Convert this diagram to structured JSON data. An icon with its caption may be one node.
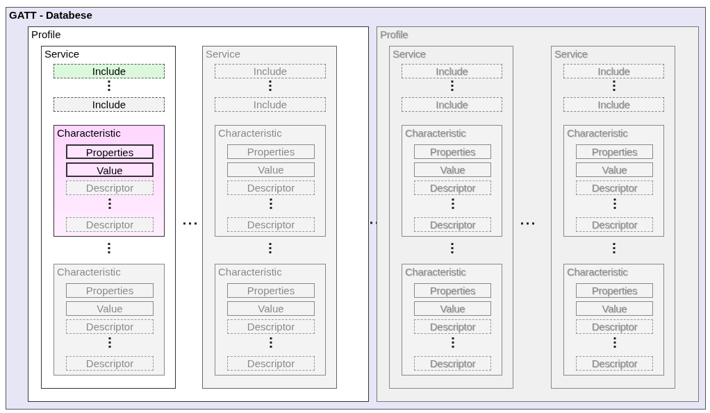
{
  "diagram": {
    "nodes": [
      {
        "text": [
          "GATT - Databese"
        ]
      },
      {
        "text": [
          "Profile"
        ],
        "in": 0
      },
      {
        "text": [
          "Service"
        ],
        "in": 1
      },
      {
        "text": [
          "Include"
        ],
        "in": 2
      },
      {
        "text": [
          "Include"
        ],
        "in": 2
      },
      {
        "text": [
          "Characteristic"
        ],
        "in": 2
      },
      {
        "text": [
          "Properties"
        ],
        "in": 5
      },
      {
        "text": [
          "Value"
        ],
        "in": 5
      },
      {
        "text": [
          "Descriptor"
        ],
        "in": 5
      },
      {
        "text": [
          "Descriptor"
        ],
        "in": 5
      },
      {
        "text": [
          "Characteristic"
        ],
        "in": 2
      },
      {
        "text": [
          "Properties"
        ],
        "in": 10
      },
      {
        "text": [
          "Value"
        ],
        "in": 10
      },
      {
        "text": [
          "Descriptor"
        ],
        "in": 10
      },
      {
        "text": [
          "Descriptor"
        ],
        "in": 10
      },
      {
        "text": [
          "Service"
        ],
        "in": 1
      },
      {
        "text": [
          "Include"
        ],
        "in": 15
      },
      {
        "text": [
          "Include"
        ],
        "in": 15
      },
      {
        "text": [
          "Characteristic"
        ],
        "in": 15
      },
      {
        "text": [
          "Properties"
        ],
        "in": 18
      },
      {
        "text": [
          "Value"
        ],
        "in": 18
      },
      {
        "text": [
          "Descriptor"
        ],
        "in": 18
      },
      {
        "text": [
          "Descriptor"
        ],
        "in": 18
      },
      {
        "text": [
          "Characteristic"
        ],
        "in": 15
      },
      {
        "text": [
          "Properties"
        ],
        "in": 23
      },
      {
        "text": [
          "Value"
        ],
        "in": 23
      },
      {
        "text": [
          "Descriptor"
        ],
        "in": 23
      },
      {
        "text": [
          "Descriptor"
        ],
        "in": 23
      },
      {
        "text": [
          "Profile"
        ],
        "in": 0
      },
      {
        "text": [
          "Service"
        ],
        "in": 28
      },
      {
        "text": [
          "Include"
        ],
        "in": 29
      },
      {
        "text": [
          "Include"
        ],
        "in": 29
      },
      {
        "text": [
          "Characteristic"
        ],
        "in": 29
      },
      {
        "text": [
          "Properties"
        ],
        "in": 32
      },
      {
        "text": [
          "Value"
        ],
        "in": 32
      },
      {
        "text": [
          "Descriptor"
        ],
        "in": 32
      },
      {
        "text": [
          "Descriptor"
        ],
        "in": 32
      },
      {
        "text": [
          "Characteristic"
        ],
        "in": 29
      },
      {
        "text": [
          "Properties"
        ],
        "in": 37
      },
      {
        "text": [
          "Value"
        ],
        "in": 37
      },
      {
        "text": [
          "Descriptor"
        ],
        "in": 37
      },
      {
        "text": [
          "Descriptor"
        ],
        "in": 37
      },
      {
        "text": [
          "Service"
        ],
        "in": 28
      },
      {
        "text": [
          "Include"
        ],
        "in": 42
      },
      {
        "text": [
          "Include"
        ],
        "in": 42
      },
      {
        "text": [
          "Characteristic"
        ],
        "in": 42
      },
      {
        "text": [
          "Properties"
        ],
        "in": 45
      },
      {
        "text": [
          "Value"
        ],
        "in": 45
      },
      {
        "text": [
          "Descriptor"
        ],
        "in": 45
      },
      {
        "text": [
          "Descriptor"
        ],
        "in": 45
      },
      {
        "text": [
          "Characteristic"
        ],
        "in": 42
      },
      {
        "text": [
          "Properties"
        ],
        "in": 50
      },
      {
        "text": [
          "Value"
        ],
        "in": 50
      },
      {
        "text": [
          "Descriptor"
        ],
        "in": 50
      },
      {
        "text": [
          "Descriptor"
        ],
        "in": 50
      }
    ]
  }
}
